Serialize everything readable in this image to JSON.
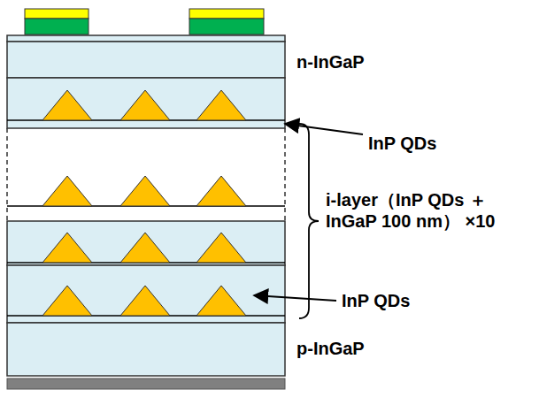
{
  "diagram": {
    "labels": [
      "n-InGaP",
      "InP QDs",
      "i-layer（InP QDs ＋InGaP 100 nm） ×10",
      "InP QDs",
      "p-InGaP"
    ]
  }
}
